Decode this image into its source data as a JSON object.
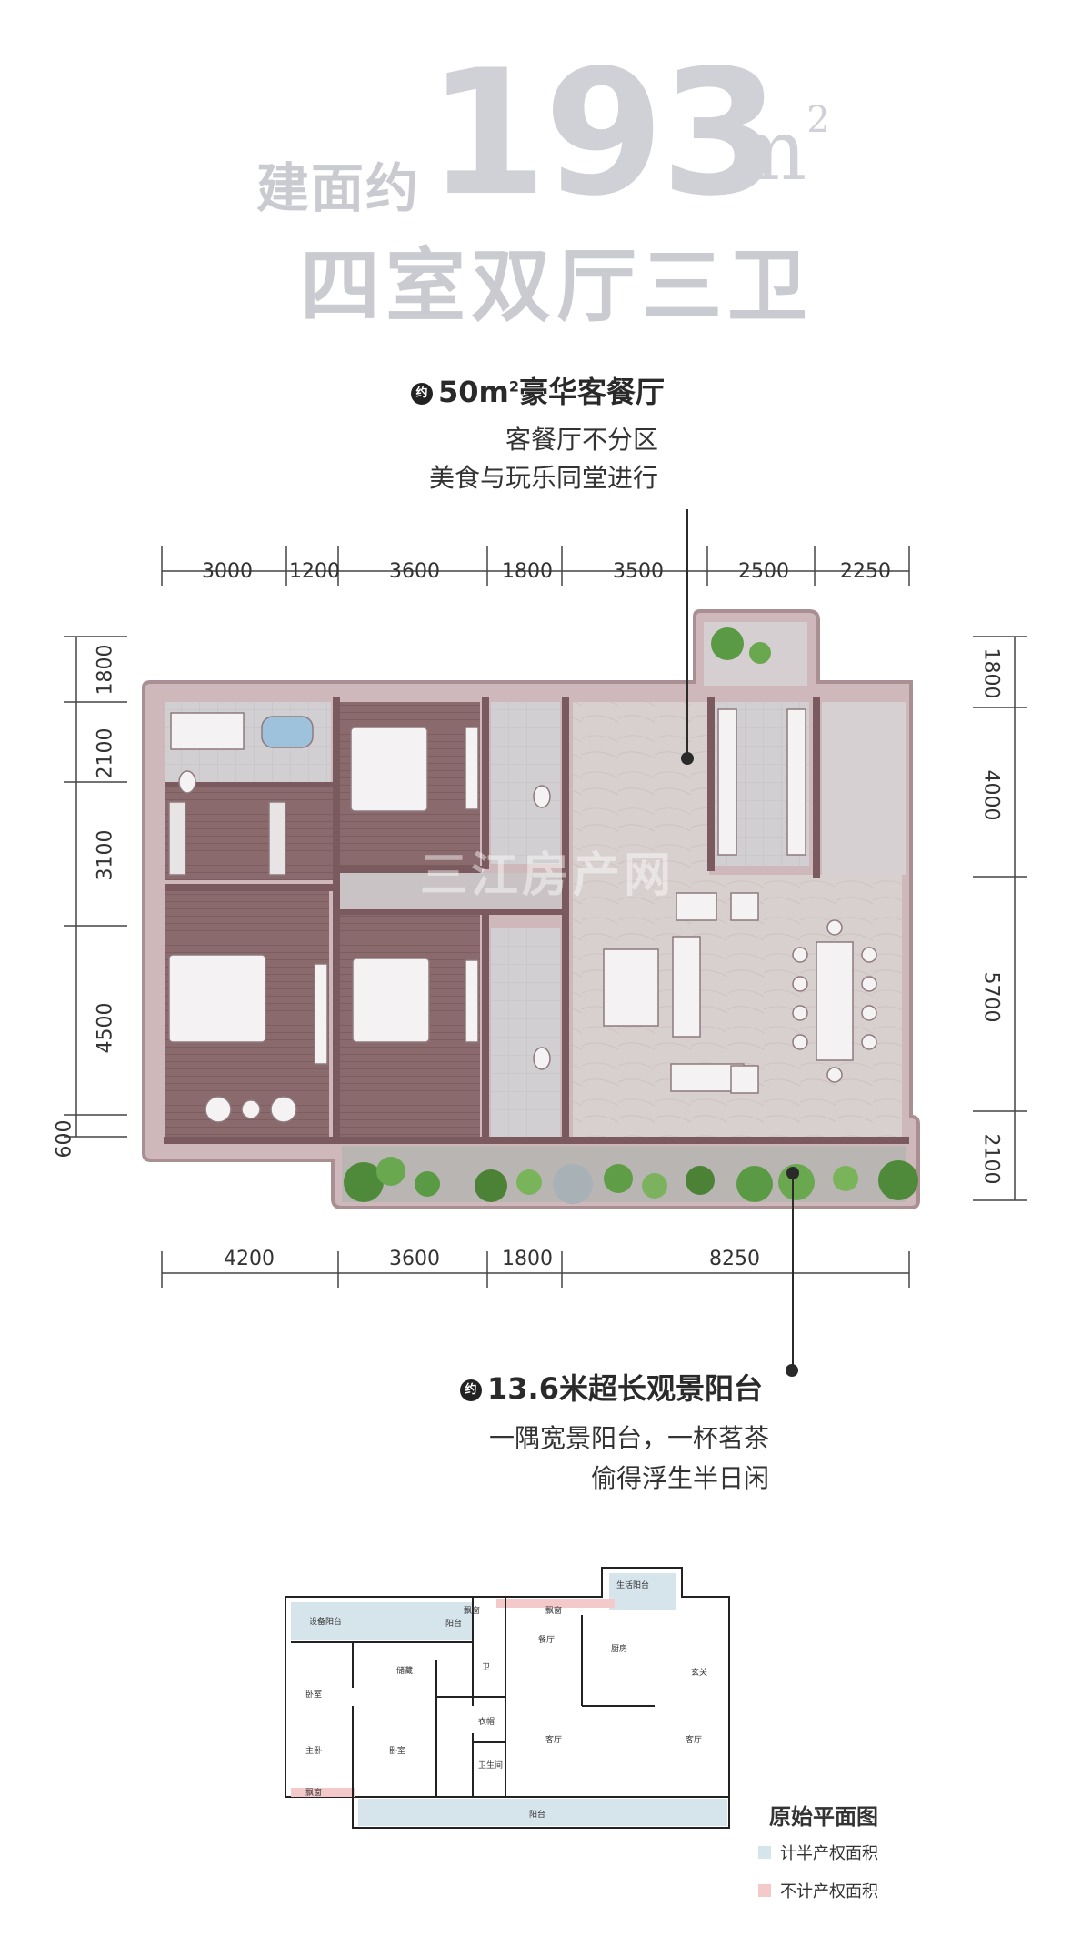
{
  "header": {
    "area_prefix": "建面约",
    "area_number": "193",
    "area_unit": "m",
    "area_unit_sup": "2",
    "layout_type": "四室双厅三卫"
  },
  "callout_living": {
    "badge": "约",
    "title_pre": "50m",
    "title_sup": "2",
    "title_post": "豪华客餐厅",
    "line1": "客餐厅不分区",
    "line2": "美食与玩乐同堂进行"
  },
  "callout_balcony": {
    "badge": "约",
    "title": "13.6米超长观景阳台",
    "line1": "一隅宽景阳台，一杯茗茶",
    "line2": "偷得浮生半日闲"
  },
  "dims_top": [
    "3000",
    "1200",
    "3600",
    "1800",
    "3500",
    "2500",
    "2250"
  ],
  "dims_bottom": [
    "4200",
    "3600",
    "1800",
    "8250"
  ],
  "dims_left": [
    "1800",
    "2100",
    "3100",
    "4500",
    "600"
  ],
  "dims_right": [
    "1800",
    "4000",
    "5700",
    "2100"
  ],
  "watermark": "三江房产网",
  "original_plan": {
    "title": "原始平面图",
    "legend": [
      {
        "label": "计半产权面积",
        "color": "#d6e4ec"
      },
      {
        "label": "不计产权面积",
        "color": "#f4c9c9"
      }
    ],
    "rooms": {
      "r1": "设备阳台",
      "r2": "阳台",
      "r3": "卧室",
      "r4": "储藏",
      "r5": "卫",
      "r6": "餐厅",
      "r7": "厨房",
      "r8": "生活阳台",
      "r9": "玄关",
      "r10": "主卧",
      "r11": "卧室",
      "r12": "衣帽",
      "r13": "卫生间",
      "r14": "客厅",
      "r15": "客厅",
      "r16": "飘窗",
      "r17": "飘窗",
      "r18": "飘窗",
      "r19": "阳台"
    }
  }
}
